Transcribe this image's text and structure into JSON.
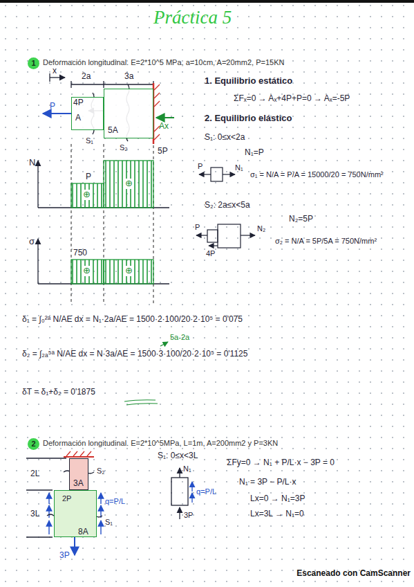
{
  "diagram": {
    "title": "Práctica 5",
    "nodes": [
      {
        "text": [
          "A"
        ]
      },
      {
        "text": [
          "5A"
        ]
      },
      {
        "text": [
          "3A"
        ]
      },
      {
        "text": [
          "8A"
        ]
      }
    ],
    "labels": [
      "1",
      "Deformación longitudinal. E=2*10^5 MPa, a=10cm, A=20mm2, P=15KN",
      "x",
      "2a",
      "3a",
      "P",
      "4P",
      "Ax",
      "S₁",
      "S₂",
      "1. Equilibrio estático",
      "ΣFₓ=0 → Aₓ+4P+P=0 → Aₓ=-5P",
      "2. Equilibrio elástico",
      "S₁: 0≤x<2a",
      "N₁=P",
      "P",
      "N₁",
      "σ₁ = N/A = P/A = 15000/20 = 750N/mm²",
      "S₂: 2a≤x<5a",
      "N₂=5P",
      "P",
      "4P",
      "N₂",
      "σ₂ = N/A = 5P/5A = 750N/mm²",
      "N",
      "P",
      "5P",
      "⊕",
      "⊕",
      "σ",
      "750",
      "⊕",
      "⊕",
      "δ₁ = ∫₀²ᵃ N/AE dx = N₁·2a/AE = 1500·2·100/20·2·10⁵ = 0'075",
      "5a-2a",
      "δ₂ = ∫₂ₐ⁵ᵃ N/AE dx = N·3a/AE = 1500·3·100/20·2·10⁵ = 0'1125",
      "δT = δ₁+δ₂ = 0'1875",
      "2",
      "Deformación longitudinal. E=2*10^5MPa, L=1m, A=200mm2 y P=3KN",
      "2L",
      "3L",
      "2P",
      "q=P/L",
      "3P",
      "S₂",
      "S₁",
      "S₁: 0≤x<3L",
      "N₁",
      "q=P/L",
      "3P",
      "ΣFy=0 → N₁ + P/L·x − 3P = 0",
      "N₁ = 3P − P/L·x",
      "Lx=0 → N₁=3P",
      "Lx=3L → N₁=0",
      "Escaneado con CamScanner"
    ]
  }
}
